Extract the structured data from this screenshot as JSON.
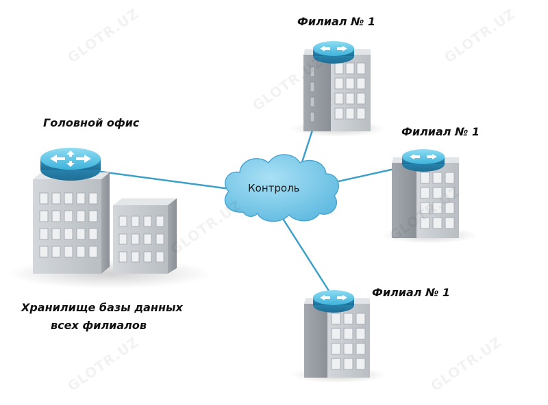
{
  "labels": {
    "head_office": "Головной офис",
    "storage_line1": "Хранилище базы данных",
    "storage_line2": "всех филиалов",
    "branch_top": "Филиал № 1",
    "branch_right": "Филиал № 1",
    "branch_bottom": "Филиал № 1",
    "cloud": "Контроль"
  },
  "watermark": "GLOTR.UZ",
  "colors": {
    "router_top": "#5cc8e6",
    "router_side": "#2f8fb8",
    "cloud": "#6cc3e6",
    "link": "#3aa0c8",
    "building_light": "#c9cdd2",
    "building_dark": "#9ea4aa",
    "window": "#e8ebee"
  }
}
